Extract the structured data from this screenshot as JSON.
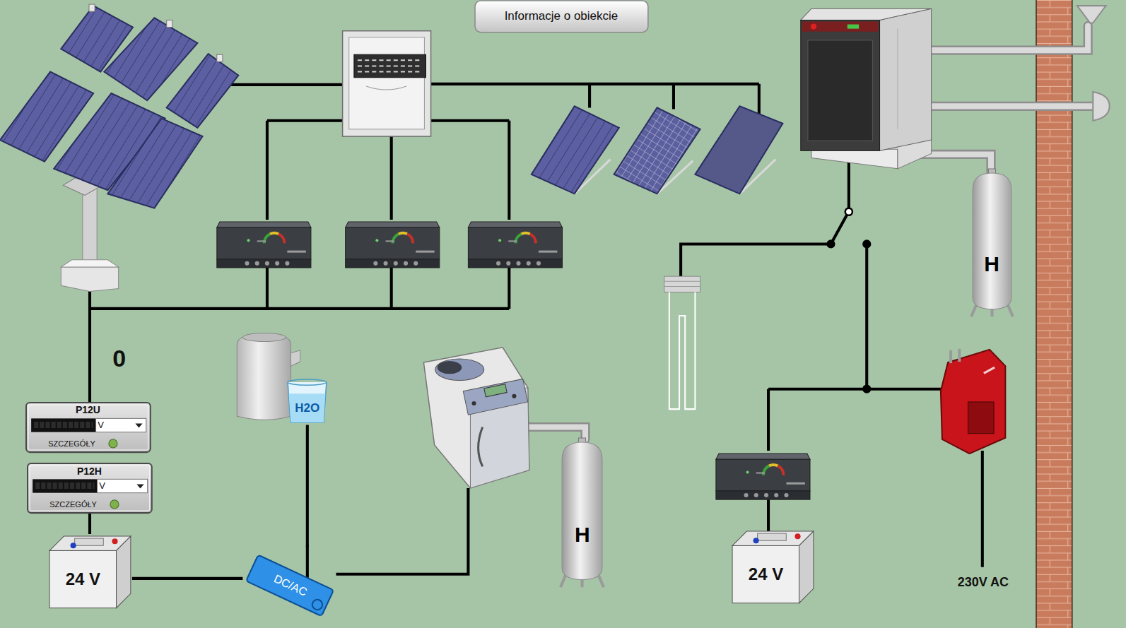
{
  "diagram": {
    "nodes": [
      {
        "text": [
          "Informacje o obiekcie"
        ]
      },
      {
        "text": [
          "H"
        ]
      },
      {
        "text": [
          "H2O"
        ]
      },
      {
        "text": [
          "P12U",
          "V",
          "SZCZEGÓŁY"
        ]
      },
      {
        "text": [
          "H"
        ]
      },
      {
        "text": [
          "P12H",
          "V",
          "SZCZEGÓŁY"
        ]
      },
      {
        "text": [
          "24 V"
        ]
      },
      {
        "text": [
          "DC/AC"
        ]
      },
      {
        "text": [
          "24 V"
        ]
      }
    ],
    "edges": [
      {
        "from": 6,
        "to": 7,
        "arrow": "none"
      },
      {
        "from": 7,
        "to": 2,
        "arrow": "none"
      }
    ],
    "labels": [
      "0",
      "230V AC"
    ]
  }
}
